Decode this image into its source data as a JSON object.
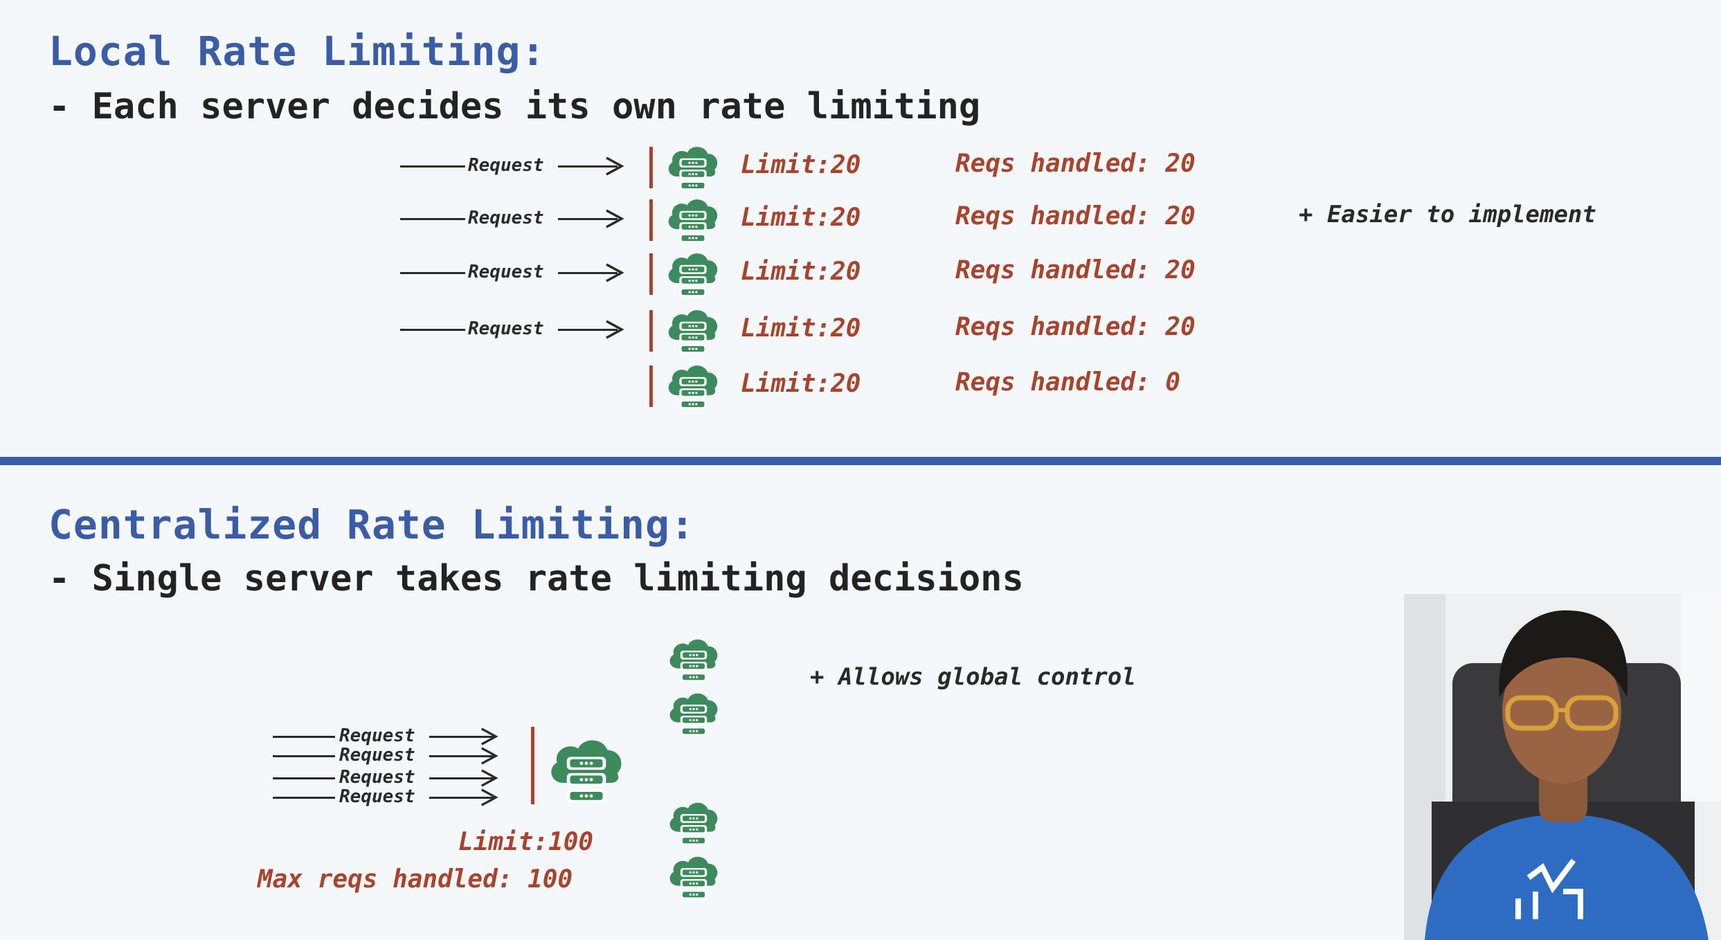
{
  "local": {
    "title": "Local Rate Limiting:",
    "subtitle": "- Each server decides its own rate limiting",
    "request_label": "Request",
    "rows": [
      {
        "limit": "Limit:20",
        "handled": "Reqs handled: 20",
        "has_request": true
      },
      {
        "limit": "Limit:20",
        "handled": "Reqs handled: 20",
        "has_request": true
      },
      {
        "limit": "Limit:20",
        "handled": "Reqs handled: 20",
        "has_request": true
      },
      {
        "limit": "Limit:20",
        "handled": "Reqs handled: 20",
        "has_request": true
      },
      {
        "limit": "Limit:20",
        "handled": "Reqs handled: 0",
        "has_request": false
      }
    ],
    "pro": "+ Easier to implement"
  },
  "central": {
    "title": "Centralized Rate Limiting:",
    "subtitle": "- Single server takes rate limiting decisions",
    "requests": [
      "Request",
      "Request",
      "Request",
      "Request"
    ],
    "limit": "Limit:100",
    "max_handled": "Max reqs handled: 100",
    "pro": "+ Allows global control"
  },
  "colors": {
    "title": "#3b5ca6",
    "accent_red": "#a9432d",
    "server_green": "#3d8a5c",
    "divider": "#3b5ca6",
    "background": "#f5f8fb"
  },
  "icons": {
    "server": "cloud-server-icon"
  }
}
